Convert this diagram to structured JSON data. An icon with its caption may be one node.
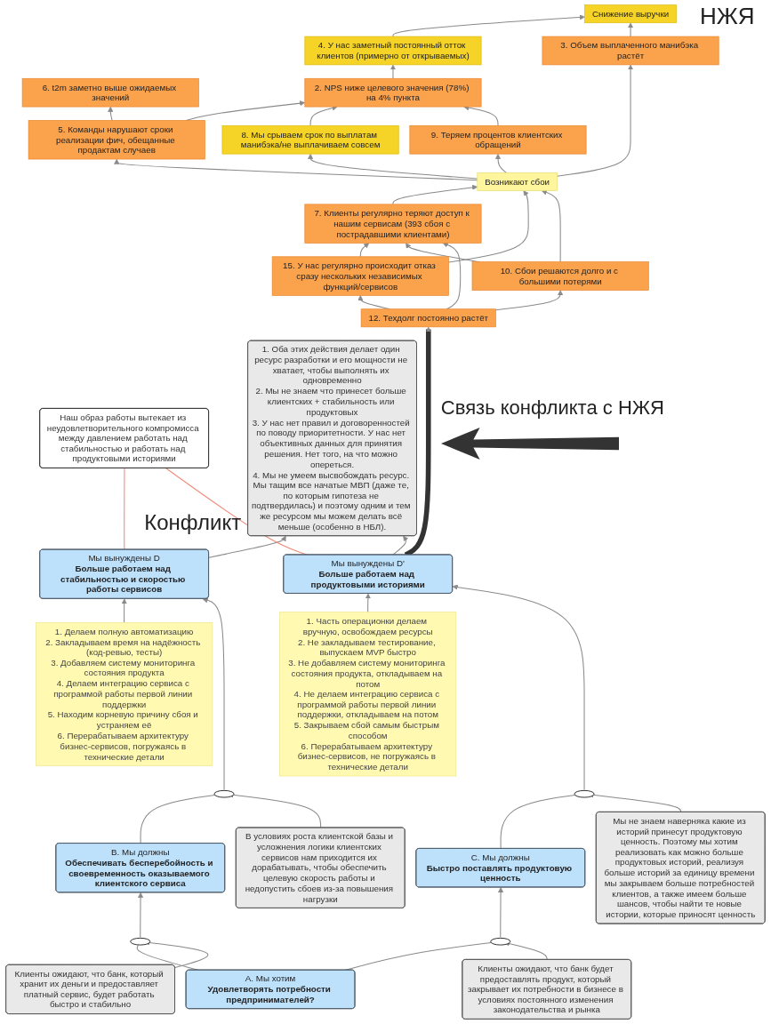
{
  "diagram": {
    "nodes": [
      {
        "text": [
          "Снижение выручки"
        ]
      },
      {
        "text": [
          "4. У нас заметный постоянный отток клиентов (примерно от открываемых)"
        ]
      },
      {
        "text": [
          "6. t2m заметно выше ожидаемых значений"
        ]
      },
      {
        "text": [
          "2. NPS ниже целевого значения (78%) на 4% пункта"
        ]
      },
      {
        "text": [
          "5. Команды нарушают сроки реализации фич, обещанные продактам случаев"
        ]
      },
      {
        "text": [
          "8. Мы срываем срок по выплатам манибэка/не выплачиваем совсем"
        ]
      },
      {
        "text": [
          "3. Объем выплаченного манибэка растёт"
        ]
      },
      {
        "text": [
          "9. Теряем процентов клиентских обращений"
        ]
      },
      {
        "text": [
          "Возникают сбои"
        ]
      },
      {
        "text": [
          "7. Клиенты регулярно теряют доступ к нашим сервисам (393 сбоя с пострадавшими клиентами)"
        ]
      },
      {
        "text": [
          "15. У нас регулярно происходит отказ сразу нескольких независимых функций/сервисов"
        ]
      },
      {
        "text": [
          "10. Сбои решаются долго и с большими потерями"
        ]
      },
      {
        "text": [
          "12. Техдолг постоянно растёт"
        ]
      },
      {
        "text": [
          "Наш образ работы вытекает из неудовлетворительного компромисса между давлением работать над стабильностью и работать над продуктовыми историями"
        ]
      },
      {
        "text": [
          "1. Оба этих действия делает один ресурс разработки и его мощности не хватает, чтобы выполнять их одновременно",
          "2. Мы не знаем что принесет больше клиентских + стабильность или продуктовых",
          "3. У нас нет правил и договоренностей по поводу приоритетности. У нас нет объективных данных для принятия решения. Нет того, на что можно опереться.",
          "4. Мы не умеем высвобождать ресурс. Мы тащим все начатые МВП (даже те, по которым гипотеза не подтвердилась) и поэтому одним и тем же ресурсом мы можем делать всё меньше (особенно в НБЛ)."
        ]
      },
      {
        "text": [
          "1. Делаем полную автоматизацию",
          "2. Закладываем время на надёжность (код-ревью, тесты)",
          "3. Добавляем систему мониторинга состояния продукта",
          "4. Делаем интеграцию сервиса с программой работы первой линии поддержки",
          "5. Находим корневую причину сбоя и устраняем её",
          "6. Перерабатываем архитектуру бизнес-сервисов, погружаясь в технические детали"
        ]
      },
      {
        "text": [
          "Мы вынуждены D",
          "Больше работаем над стабильностью и скоростью работы сервисов"
        ]
      },
      {
        "text": [
          "Мы вынуждены D'",
          "Больше работаем над продуктовыми историями"
        ]
      },
      {
        "text": [
          "1. Часть операционки делаем вручную, освобождаем ресурсы",
          "2. Не закладываем тестирование, выпускаем MVP быстро",
          "3. Не добавляем систему мониторинга состояния продукта, откладываем на потом",
          "4. Не делаем интеграцию сервиса с программой работы первой линии поддержки, откладываем на потом",
          "5. Закрываем сбой самым быстрым способом",
          "6. Перерабатываем архитектуру бизнес-сервисов, не погружаясь в технические детали"
        ]
      },
      {
        "text": [],
        "shape": "ellipse"
      },
      {
        "text": [],
        "shape": "ellipse"
      },
      {
        "text": [
          "В условиях роста клиентской базы и усложнения логики клиентских сервисов нам приходится их дорабатывать, чтобы обеспечить целевую скорость работы и недопустить сбоев из-за повышения нагрузки"
        ]
      },
      {
        "text": [
          "Мы не знаем наверняка какие из историй принесут продуктовую ценность. Поэтому мы хотим реализовать как можно больше продуктовых историй, реализуя больше историй за единицу времени мы закрываем больше потребностей клиентов, а также имеем больше шансов, чтобы найти те новые истории, которые приносят ценность"
        ]
      },
      {
        "text": [
          "B. Мы должны",
          "Обеспечивать бесперебойность и своевременность оказываемого клиентского сервиса"
        ]
      },
      {
        "text": [
          "C. Мы должны",
          "Быстро поставлять продуктовую ценность"
        ]
      },
      {
        "text": [],
        "shape": "ellipse"
      },
      {
        "text": [],
        "shape": "ellipse"
      },
      {
        "text": [
          "Клиенты ожидают, что банк, который хранит их деньги и предоставляет платный сервис, будет работать быстро и стабильно"
        ]
      },
      {
        "text": [
          "Клиенты ожидают, что банк будет предоставлять продукт, который закрывает их потребности в бизнесе в условиях постоянного изменения законодательства и рынка"
        ]
      },
      {
        "text": [
          "A. Мы хотим",
          "Удовлетворять потребности предпринимателей?"
        ]
      }
    ],
    "edges": [
      {
        "from": 1,
        "to": 0,
        "arrow": "to"
      },
      {
        "from": 6,
        "to": 0,
        "arrow": "to"
      },
      {
        "from": 3,
        "to": 1,
        "arrow": "to"
      },
      {
        "from": 4,
        "to": 2,
        "arrow": "to"
      },
      {
        "from": 4,
        "to": 3,
        "arrow": "to"
      },
      {
        "from": 5,
        "to": 3,
        "arrow": "to"
      },
      {
        "from": 7,
        "to": 3,
        "arrow": "to"
      },
      {
        "from": 8,
        "to": 4,
        "arrow": "to"
      },
      {
        "from": 8,
        "to": 5,
        "arrow": "to"
      },
      {
        "from": 8,
        "to": 6,
        "arrow": "to"
      },
      {
        "from": 8,
        "to": 7,
        "arrow": "to"
      },
      {
        "from": 9,
        "to": 8,
        "arrow": "to"
      },
      {
        "from": 10,
        "to": 8,
        "arrow": "to"
      },
      {
        "from": 11,
        "to": 8,
        "arrow": "to"
      },
      {
        "from": 10,
        "to": 9,
        "arrow": "to"
      },
      {
        "from": 11,
        "to": 9,
        "arrow": "to"
      },
      {
        "from": 12,
        "to": 10,
        "arrow": "to"
      },
      {
        "from": 12,
        "to": 9,
        "arrow": "to"
      },
      {
        "from": 12,
        "to": 11,
        "arrow": "to"
      },
      {
        "from": 17,
        "to": 12,
        "arrow": "to",
        "style": "thick",
        "color": "#333333"
      },
      {
        "from": 16,
        "to": 14,
        "arrow": "to"
      },
      {
        "from": 17,
        "to": 14,
        "arrow": "to"
      },
      {
        "from": 16,
        "to": 13,
        "arrow": "none",
        "color": "#f08a78"
      },
      {
        "from": 17,
        "to": 13,
        "arrow": "none",
        "color": "#f08a78"
      },
      {
        "from": 15,
        "to": 16,
        "arrow": "to"
      },
      {
        "from": 18,
        "to": 17,
        "arrow": "to"
      },
      {
        "from": 19,
        "to": 16,
        "arrow": "to"
      },
      {
        "from": 20,
        "to": 17,
        "arrow": "to"
      },
      {
        "from": 23,
        "to": 19,
        "arrow": "none"
      },
      {
        "from": 24,
        "to": 20,
        "arrow": "none"
      },
      {
        "from": 21,
        "to": 19,
        "arrow": "to"
      },
      {
        "from": 22,
        "to": 20,
        "arrow": "to"
      },
      {
        "from": 25,
        "to": 23,
        "arrow": "to"
      },
      {
        "from": 26,
        "to": 24,
        "arrow": "to"
      },
      {
        "from": 29,
        "to": 25,
        "arrow": "none"
      },
      {
        "from": 29,
        "to": 26,
        "arrow": "none"
      },
      {
        "from": 27,
        "to": 25,
        "arrow": "to"
      },
      {
        "from": 28,
        "to": 26,
        "arrow": "to"
      }
    ],
    "labels": [
      "НЖЯ",
      "Связь конфликта с НЖЯ",
      "Конфликт"
    ]
  }
}
